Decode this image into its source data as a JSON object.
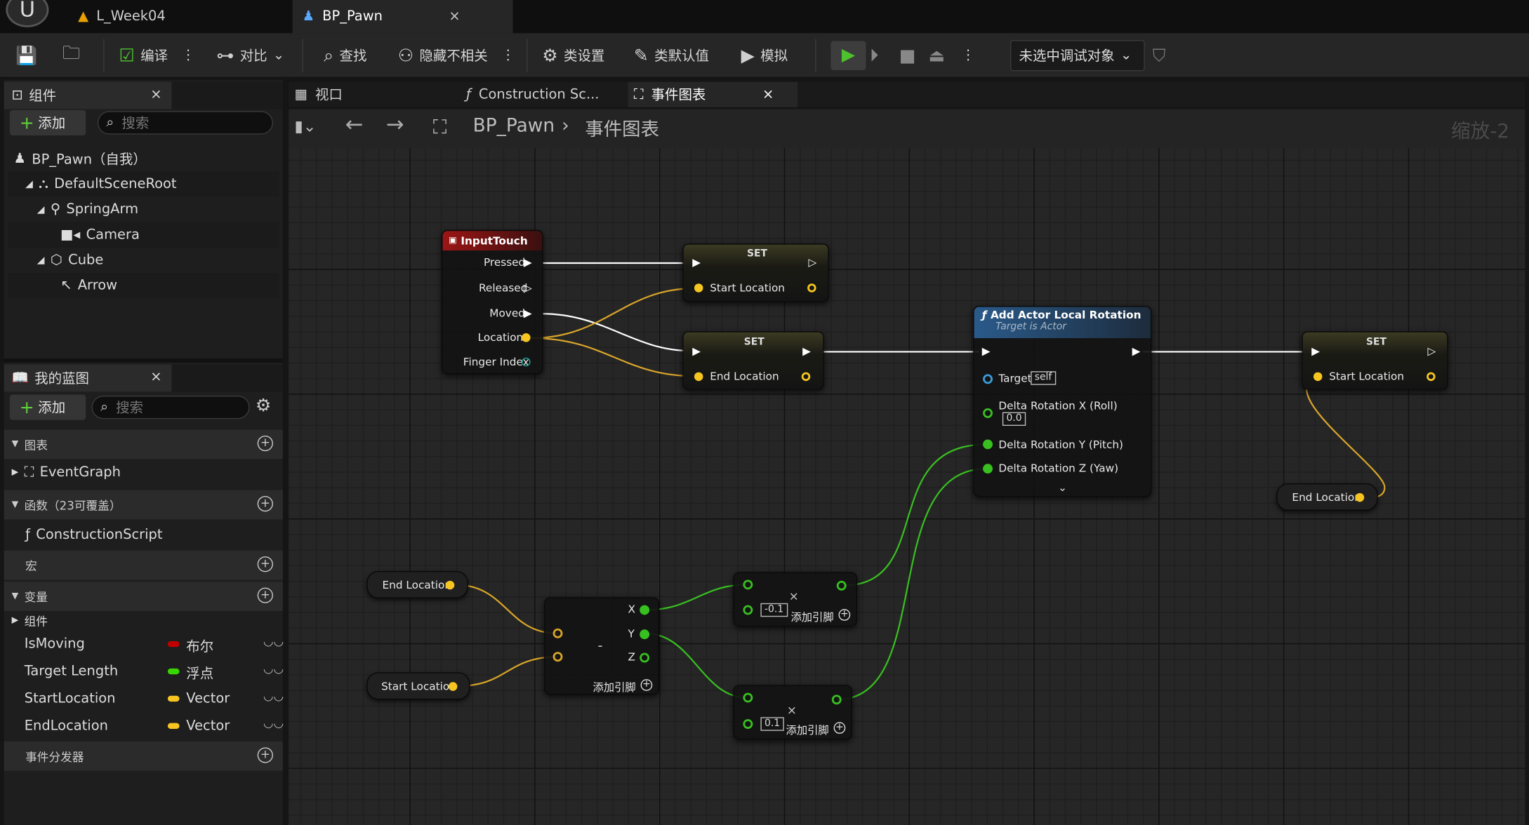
{
  "tabs": [
    {
      "label": "L_Week04",
      "icon": "level-icon"
    },
    {
      "label": "BP_Pawn",
      "icon": "pawn-icon",
      "close": "×"
    }
  ],
  "toolbar": {
    "compile": "编译",
    "diff": "对比",
    "find": "查找",
    "hide_unrelated": "隐藏不相关",
    "class_settings": "类设置",
    "class_defaults": "类默认值",
    "simulate": "模拟",
    "debug_object": "未选中调试对象"
  },
  "components_panel": {
    "title": "组件",
    "add": "添加",
    "search_placeholder": "搜索",
    "tree": [
      {
        "label": "BP_Pawn（自我）"
      },
      {
        "label": "DefaultSceneRoot"
      },
      {
        "label": "SpringArm"
      },
      {
        "label": "Camera"
      },
      {
        "label": "Cube"
      },
      {
        "label": "Arrow"
      }
    ]
  },
  "my_blueprint": {
    "title": "我的蓝图",
    "add": "添加",
    "search_placeholder": "搜索",
    "graphs_section": "图表",
    "event_graph": "EventGraph",
    "functions_section": "函数（23可覆盖）",
    "construction_script": "ConstructionScript",
    "macros_section": "宏",
    "variables_section": "变量",
    "components_category": "组件",
    "variables": [
      {
        "name": "IsMoving",
        "type": "布尔",
        "color": "#c00000"
      },
      {
        "name": "Target Length",
        "type": "浮点",
        "color": "#38d500"
      },
      {
        "name": "StartLocation",
        "type": "Vector",
        "color": "#f7c520"
      },
      {
        "name": "EndLocation",
        "type": "Vector",
        "color": "#f7c520"
      }
    ],
    "dispatchers_section": "事件分发器"
  },
  "graph_tabs": [
    {
      "label": "视口"
    },
    {
      "label": "Construction Sc..."
    },
    {
      "label": "事件图表",
      "close": "×"
    }
  ],
  "breadcrumb": {
    "root": "BP_Pawn",
    "sep": "›",
    "current": "事件图表"
  },
  "zoom_label": "缩放-2",
  "nodes": {
    "input_touch": {
      "title": "InputTouch",
      "pins": [
        "Pressed",
        "Released",
        "Moved",
        "Location",
        "Finger Index"
      ]
    },
    "set1": {
      "title": "SET",
      "pin": "Start Location"
    },
    "set2": {
      "title": "SET",
      "pin": "End Location"
    },
    "rotation": {
      "title": "Add Actor Local Rotation",
      "subtitle": "Target is Actor",
      "target": "Target",
      "target_value": "self",
      "roll": "Delta Rotation X (Roll)",
      "roll_value": "0.0",
      "pitch": "Delta Rotation Y (Pitch)",
      "yaw": "Delta Rotation Z (Yaw)"
    },
    "set3": {
      "title": "SET",
      "pin": "Start Location"
    },
    "get_end_right": "End Location",
    "get_end": "End Location",
    "get_start": "Start Location",
    "subtract": {
      "op": "-",
      "x": "X",
      "y": "Y",
      "z": "Z",
      "add_pin": "添加引脚"
    },
    "multiply1": {
      "op": "×",
      "value": "-0.1",
      "add_pin": "添加引脚"
    },
    "multiply2": {
      "op": "×",
      "value": "0.1",
      "add_pin": "添加引脚"
    }
  }
}
